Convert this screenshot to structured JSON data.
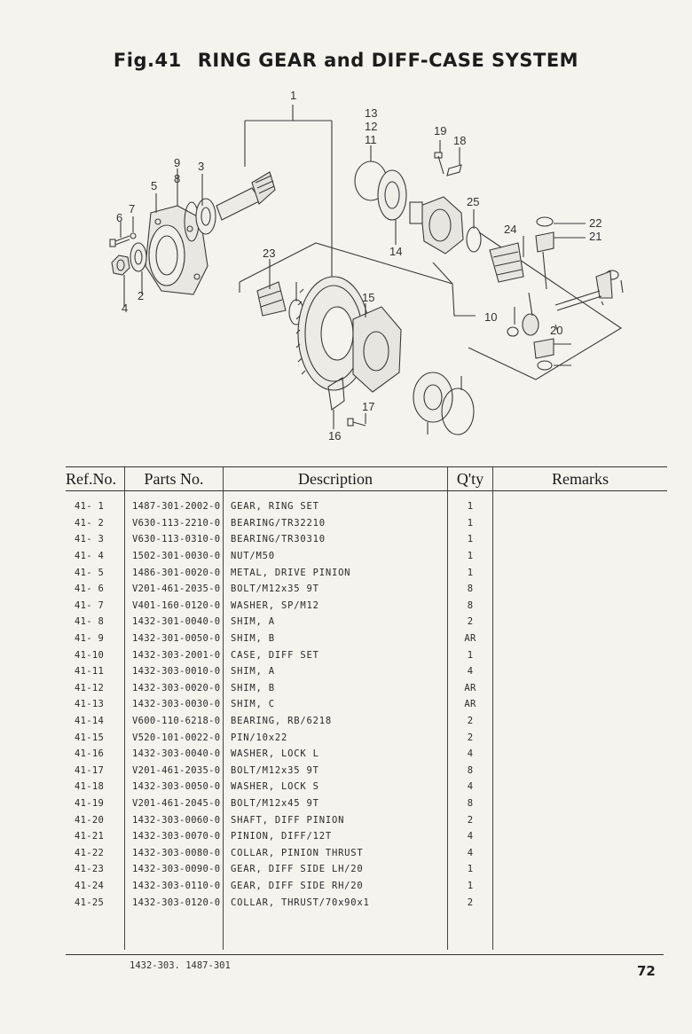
{
  "figure": {
    "number": "Fig.41",
    "title": "RING GEAR and DIFF-CASE SYSTEM"
  },
  "diagram": {
    "callouts": [
      "1",
      "2",
      "3",
      "4",
      "5",
      "6",
      "7",
      "8",
      "9",
      "10",
      "11",
      "12",
      "13",
      "14",
      "15",
      "16",
      "17",
      "18",
      "19",
      "20",
      "21",
      "22",
      "23",
      "24",
      "25"
    ]
  },
  "table": {
    "headers": {
      "ref": "Ref.No.",
      "part": "Parts No.",
      "desc": "Description",
      "qty": "Q'ty",
      "remarks": "Remarks"
    },
    "rows": [
      {
        "ref": "41- 1",
        "part": "1487-301-2002-0",
        "desc": "GEAR, RING SET",
        "qty": "1"
      },
      {
        "ref": "41- 2",
        "part": "V630-113-2210-0",
        "desc": "BEARING/TR32210",
        "qty": "1"
      },
      {
        "ref": "41- 3",
        "part": "V630-113-0310-0",
        "desc": "BEARING/TR30310",
        "qty": "1"
      },
      {
        "ref": "41- 4",
        "part": "1502-301-0030-0",
        "desc": "NUT/M50",
        "qty": "1"
      },
      {
        "ref": "41- 5",
        "part": "1486-301-0020-0",
        "desc": "METAL, DRIVE PINION",
        "qty": "1"
      },
      {
        "ref": "41- 6",
        "part": "V201-461-2035-0",
        "desc": "BOLT/M12x35 9T",
        "qty": "8"
      },
      {
        "ref": "41- 7",
        "part": "V401-160-0120-0",
        "desc": "WASHER, SP/M12",
        "qty": "8"
      },
      {
        "ref": "41- 8",
        "part": "1432-301-0040-0",
        "desc": "SHIM, A",
        "qty": "2"
      },
      {
        "ref": "41- 9",
        "part": "1432-301-0050-0",
        "desc": "SHIM, B",
        "qty": "AR"
      },
      {
        "ref": "41-10",
        "part": "1432-303-2001-0",
        "desc": "CASE, DIFF SET",
        "qty": "1"
      },
      {
        "ref": "41-11",
        "part": "1432-303-0010-0",
        "desc": "SHIM, A",
        "qty": "4"
      },
      {
        "ref": "41-12",
        "part": "1432-303-0020-0",
        "desc": "SHIM, B",
        "qty": "AR"
      },
      {
        "ref": "41-13",
        "part": "1432-303-0030-0",
        "desc": "SHIM, C",
        "qty": "AR"
      },
      {
        "ref": "41-14",
        "part": "V600-110-6218-0",
        "desc": "BEARING, RB/6218",
        "qty": "2"
      },
      {
        "ref": "41-15",
        "part": "V520-101-0022-0",
        "desc": "PIN/10x22",
        "qty": "2"
      },
      {
        "ref": "41-16",
        "part": "1432-303-0040-0",
        "desc": "WASHER, LOCK L",
        "qty": "4"
      },
      {
        "ref": "41-17",
        "part": "V201-461-2035-0",
        "desc": "BOLT/M12x35 9T",
        "qty": "8"
      },
      {
        "ref": "41-18",
        "part": "1432-303-0050-0",
        "desc": "WASHER, LOCK S",
        "qty": "4"
      },
      {
        "ref": "41-19",
        "part": "V201-461-2045-0",
        "desc": "BOLT/M12x45 9T",
        "qty": "8"
      },
      {
        "ref": "41-20",
        "part": "1432-303-0060-0",
        "desc": "SHAFT, DIFF PINION",
        "qty": "2"
      },
      {
        "ref": "41-21",
        "part": "1432-303-0070-0",
        "desc": "PINION, DIFF/12T",
        "qty": "4"
      },
      {
        "ref": "41-22",
        "part": "1432-303-0080-0",
        "desc": "COLLAR, PINION THRUST",
        "qty": "4"
      },
      {
        "ref": "41-23",
        "part": "1432-303-0090-0",
        "desc": "GEAR, DIFF SIDE LH/20",
        "qty": "1"
      },
      {
        "ref": "41-24",
        "part": "1432-303-0110-0",
        "desc": "GEAR, DIFF SIDE RH/20",
        "qty": "1"
      },
      {
        "ref": "41-25",
        "part": "1432-303-0120-0",
        "desc": "COLLAR, THRUST/70x90x1",
        "qty": "2"
      }
    ]
  },
  "footer": {
    "note": "1432-303. 1487-301",
    "page_number": "72"
  }
}
